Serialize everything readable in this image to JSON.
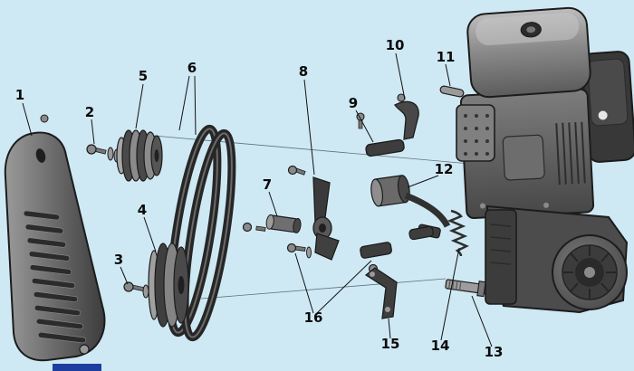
{
  "colors": {
    "background": "#cfe9f4",
    "outline": "#1c1c1c",
    "part_dark": "#3a3a3a",
    "part_mid": "#6e6e6e",
    "part_light": "#a6a6a6",
    "accent_bar": "#1d3e9e"
  },
  "callouts": [
    {
      "label": "1"
    },
    {
      "label": "2"
    },
    {
      "label": "3"
    },
    {
      "label": "4"
    },
    {
      "label": "5"
    },
    {
      "label": "6"
    },
    {
      "label": "7"
    },
    {
      "label": "8"
    },
    {
      "label": "9"
    },
    {
      "label": "10"
    },
    {
      "label": "11"
    },
    {
      "label": "12"
    },
    {
      "label": "13"
    },
    {
      "label": "14"
    },
    {
      "label": "15"
    },
    {
      "label": "16"
    }
  ]
}
